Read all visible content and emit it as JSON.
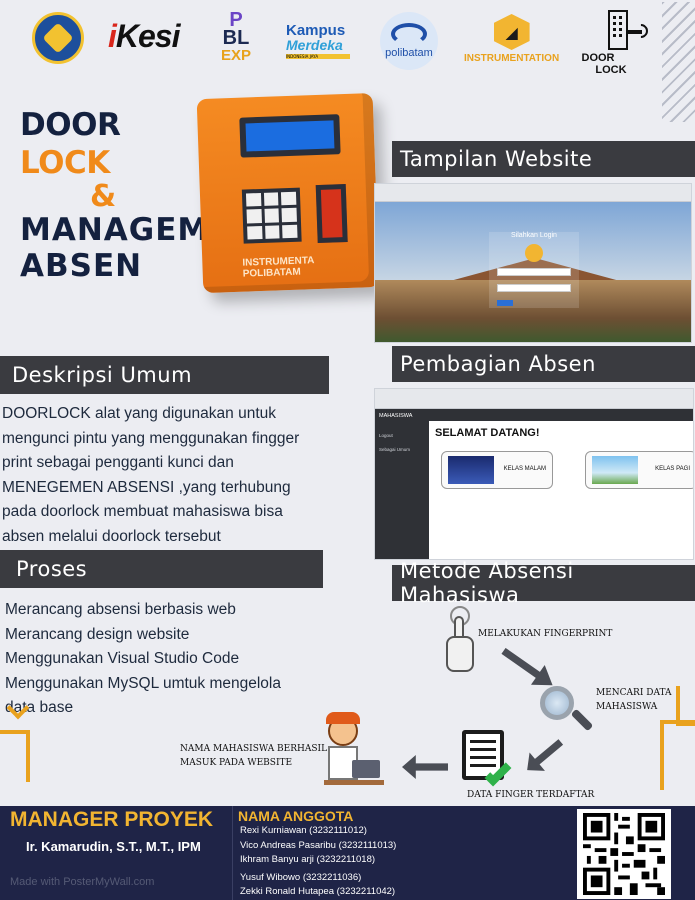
{
  "logos": {
    "kesi": "Kesi",
    "pbl": [
      "P",
      "BL",
      "EXP"
    ],
    "kampus_merdeka": [
      "Kampus",
      "Merdeka",
      "INDONESIA JAYA"
    ],
    "polibatam": "polibatam",
    "instrumentation": "INSTRUMENTATION",
    "door_lock": [
      "DOOR",
      "LOCK"
    ]
  },
  "title": {
    "word1": "DOOR",
    "word2": "LOCK",
    "amp": "&",
    "line3": "MANAGEMEN",
    "line4": "ABSEN"
  },
  "device": {
    "brand_line1": "INSTRUMENTA",
    "brand_line2": "POLIBATAM"
  },
  "sections": {
    "website": "Tampilan Website",
    "absen": "Pembagian Absen",
    "metode": "Metode Absensi Mahasiswa",
    "deskripsi": "Deskripsi Umum",
    "proses": "Proses"
  },
  "website_shot": {
    "login_title": "Silahkan Login"
  },
  "absen_shot": {
    "app_title": "MAHASISWA",
    "welcome": "SELAMAT DATANG!",
    "card1": "KELAS MALAM",
    "card2": "KELAS PAGI",
    "side_items": [
      "Logout",
      "Sebagai Umum"
    ]
  },
  "deskripsi_lines": [
    "DOORLOCK alat yang digunakan untuk",
    "mengunci pintu yang menggunakan fingger",
    "print sebagai pengganti kunci dan",
    "MENEGEMEN ABSENSI ,yang terhubung",
    "pada doorlock membuat mahasiswa bisa",
    "absen melalui doorlock tersebut"
  ],
  "proses_lines": [
    "Merancang absensi berbasis web",
    "Merancang design website",
    "Menggunakan Visual Studio Code",
    "Menggunakan MySQL umtuk mengelola",
    "data base"
  ],
  "flow": {
    "step1": "MELAKUKAN FINGERPRINT",
    "step2_line1": "MENCARI DATA",
    "step2_line2": "MAHASISWA",
    "step3": "DATA FINGER TERDAFTAR",
    "step4_line1": "NAMA MAHASISWA BERHASIL",
    "step4_line2": "MASUK PADA WEBSITE"
  },
  "footer": {
    "manager_title": "MANAGER PROYEK",
    "manager_name": "Ir. Kamarudin, S.T., M.T., IPM",
    "made_with": "Made with PosterMyWall.com",
    "team_title": "NAMA ANGGOTA",
    "members": [
      "Rexi Kurniawan   (3232111012)",
      "Vico Andreas Pasaribu   (3232111013)",
      "Ikhram Banyu arji    (3232211018)",
      "Yusuf Wibowo    (3232211036)",
      "Zekki Ronald Hutapea   (3232211042)"
    ]
  },
  "colors": {
    "navy": "#14213f",
    "orange": "#f08a1a",
    "gold": "#f2b531",
    "header_bg": "#3a3b40",
    "footer_bg": "#1f2447"
  }
}
